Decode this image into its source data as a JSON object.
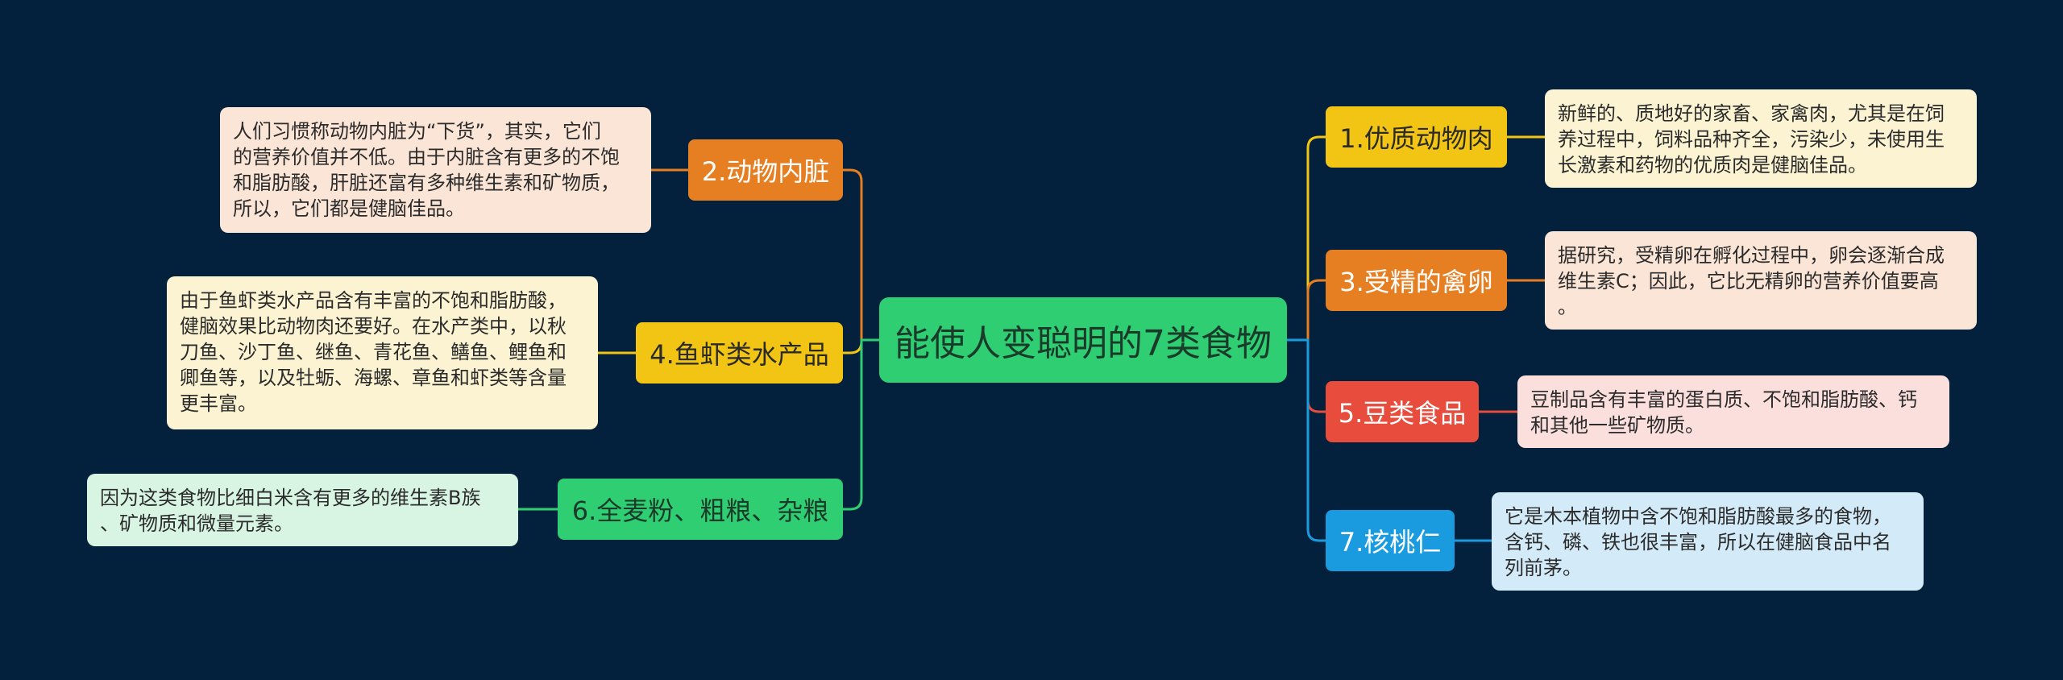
{
  "root": {
    "label": "能使人变聪明的7类食物"
  },
  "branches": [
    {
      "label": "1.优质动物肉",
      "color": "#f2c515",
      "text_color": "#2a2a2a",
      "note_lines": [
        "新鲜的、质地好的家畜、家禽肉，尤其是在饲",
        "养过程中，饲料品种齐全，污染少，未使用生",
        "长激素和药物的优质肉是健脑佳品。"
      ],
      "note_bg": "#fbf3d1"
    },
    {
      "label": "2.动物内脏",
      "color": "#e67e22",
      "text_color": "#ffffff",
      "note_lines": [
        "人们习惯称动物内脏为“下货”，其实，它们",
        "的营养价值并不低。由于内脏含有更多的不饱",
        "和脂肪酸，肝脏还富有多种维生素和矿物质，",
        "所以，它们都是健脑佳品。"
      ],
      "note_bg": "#fbe5d6"
    },
    {
      "label": "3.受精的禽卵",
      "color": "#e67e22",
      "text_color": "#ffffff",
      "note_lines": [
        "据研究，受精卵在孵化过程中，卵会逐渐合成",
        "维生素C；因此，它比无精卵的营养价值要高",
        "。"
      ],
      "note_bg": "#fbe5d6"
    },
    {
      "label": "4.鱼虾类水产品",
      "color": "#f2c515",
      "text_color": "#2a2a2a",
      "note_lines": [
        "由于鱼虾类水产品含有丰富的不饱和脂肪酸，",
        "健脑效果比动物肉还要好。在水产类中，以秋",
        "刀鱼、沙丁鱼、继鱼、青花鱼、鳝鱼、鲤鱼和",
        "卿鱼等，以及牡蛎、海螺、章鱼和虾类等含量",
        "更丰富。"
      ],
      "note_bg": "#fbf3d1"
    },
    {
      "label": "5.豆类食品",
      "color": "#e74c3c",
      "text_color": "#ffffff",
      "note_lines": [
        "豆制品含有丰富的蛋白质、不饱和脂肪酸、钙",
        "和其他一些矿物质。"
      ],
      "note_bg": "#fbdfdd"
    },
    {
      "label": "6.全麦粉、粗粮、杂粮",
      "color": "#2fce72",
      "text_color": "#1b3b2a",
      "note_lines": [
        "因为这类食物比细白米含有更多的维生素B族",
        "、矿物质和微量元素。"
      ],
      "note_bg": "#d8f5e3"
    },
    {
      "label": "7.核桃仁",
      "color": "#1a9be0",
      "text_color": "#ffffff",
      "note_lines": [
        "它是木本植物中含不饱和脂肪酸最多的食物，",
        "含钙、磷、铁也很丰富，所以在健脑食品中名",
        "列前茅。"
      ],
      "note_bg": "#d3ebf8"
    }
  ],
  "colors": {
    "background": "#03203c"
  }
}
